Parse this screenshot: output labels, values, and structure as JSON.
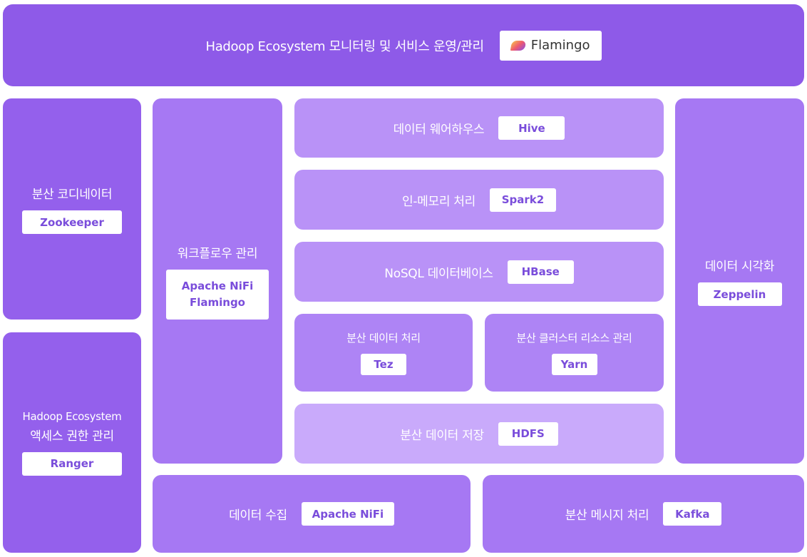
{
  "header": {
    "title": "Hadoop Ecosystem 모니터링 및 서비스 운영/관리",
    "tag": "Flamingo",
    "logo_icon": "flamingo-logo-icon"
  },
  "blocks": {
    "coordinator": {
      "title": "분산 코디네이터",
      "tag": "Zookeeper"
    },
    "access": {
      "title_line1": "Hadoop Ecosystem",
      "title_line2": "액세스 권한 관리",
      "tag": "Ranger"
    },
    "workflow": {
      "title": "워크플로우 관리",
      "tag_line1": "Apache NiFi",
      "tag_line2": "Flamingo"
    },
    "warehouse": {
      "title": "데이터 웨어하우스",
      "tag": "Hive"
    },
    "inmemory": {
      "title": "인-메모리 처리",
      "tag": "Spark2"
    },
    "nosql": {
      "title": "NoSQL 데이터베이스",
      "tag": "HBase"
    },
    "distproc": {
      "title": "분산 데이터 처리",
      "tag": "Tez"
    },
    "cluster": {
      "title": "분산 클러스터 리소스 관리",
      "tag": "Yarn"
    },
    "storage": {
      "title": "분산 데이터 저장",
      "tag": "HDFS"
    },
    "visual": {
      "title": "데이터 시각화",
      "tag": "Zeppelin"
    },
    "ingest": {
      "title": "데이터 수집",
      "tag": "Apache NiFi"
    },
    "messaging": {
      "title": "분산 메시지 처리",
      "tag": "Kafka"
    }
  },
  "colors": {
    "header": "#8e5ae8",
    "dark": "#9460ec",
    "mid": "#a678f3",
    "light": "#b992f7",
    "lighter": "#c9aafb",
    "lightest": "#d3b8fc",
    "tag_text": "#7a4ddb"
  }
}
